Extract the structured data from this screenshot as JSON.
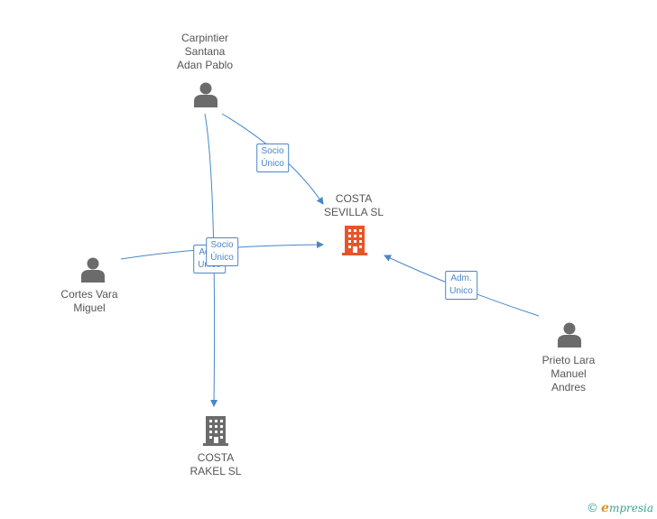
{
  "nodes": {
    "carpintier": {
      "lines": [
        "Carpintier",
        "Santana",
        "Adan Pablo"
      ],
      "kind": "person"
    },
    "cortes": {
      "lines": [
        "Cortes Vara",
        "Miguel"
      ],
      "kind": "person"
    },
    "prieto": {
      "lines": [
        "Prieto Lara",
        "Manuel",
        "Andres"
      ],
      "kind": "person"
    },
    "costa_sevilla": {
      "lines": [
        "COSTA",
        "SEVILLA SL"
      ],
      "kind": "company",
      "highlight": true
    },
    "costa_rakel": {
      "lines": [
        "COSTA",
        "RAKEL SL"
      ],
      "kind": "company",
      "highlight": false
    }
  },
  "edges": {
    "carpintier_sevilla": {
      "lines": [
        "Socio",
        "Único"
      ]
    },
    "cortes_sevilla_admin": {
      "lines": [
        "Adm.",
        "Unico"
      ]
    },
    "carpintier_rakel": {
      "lines": [
        "Socio",
        "Único"
      ]
    },
    "prieto_sevilla": {
      "lines": [
        "Adm.",
        "Unico"
      ]
    }
  },
  "colors": {
    "edge": "#4a86c8",
    "person": "#6b6b6b",
    "company": "#6b6b6b",
    "company_highlight": "#e8542a"
  },
  "brand": {
    "copyright": "©",
    "initial": "e",
    "rest": "mpresia"
  }
}
